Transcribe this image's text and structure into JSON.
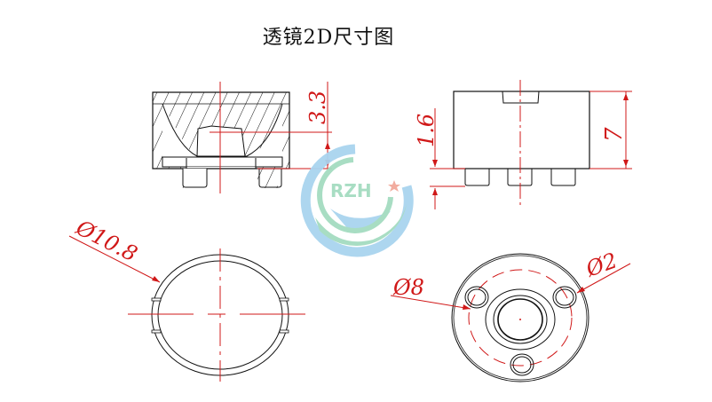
{
  "title": "透镜2D尺寸图",
  "colors": {
    "outline": "#111111",
    "dimension": "#d01818",
    "logo_blue": "#a9d4ef",
    "logo_green": "#a4dcc0",
    "logo_star": "#f2a89a"
  },
  "views": {
    "section_view": {
      "dimension_label": "3.3"
    },
    "side_view": {
      "dimension_height": "7",
      "dimension_pin": "1.6"
    },
    "top_view": {
      "dimension_label": "Ø10.8"
    },
    "bottom_view": {
      "dimension_pitch": "Ø8",
      "dimension_hole": "Ø2"
    }
  },
  "watermark": {
    "text": "RZH",
    "icon": "star-icon"
  }
}
